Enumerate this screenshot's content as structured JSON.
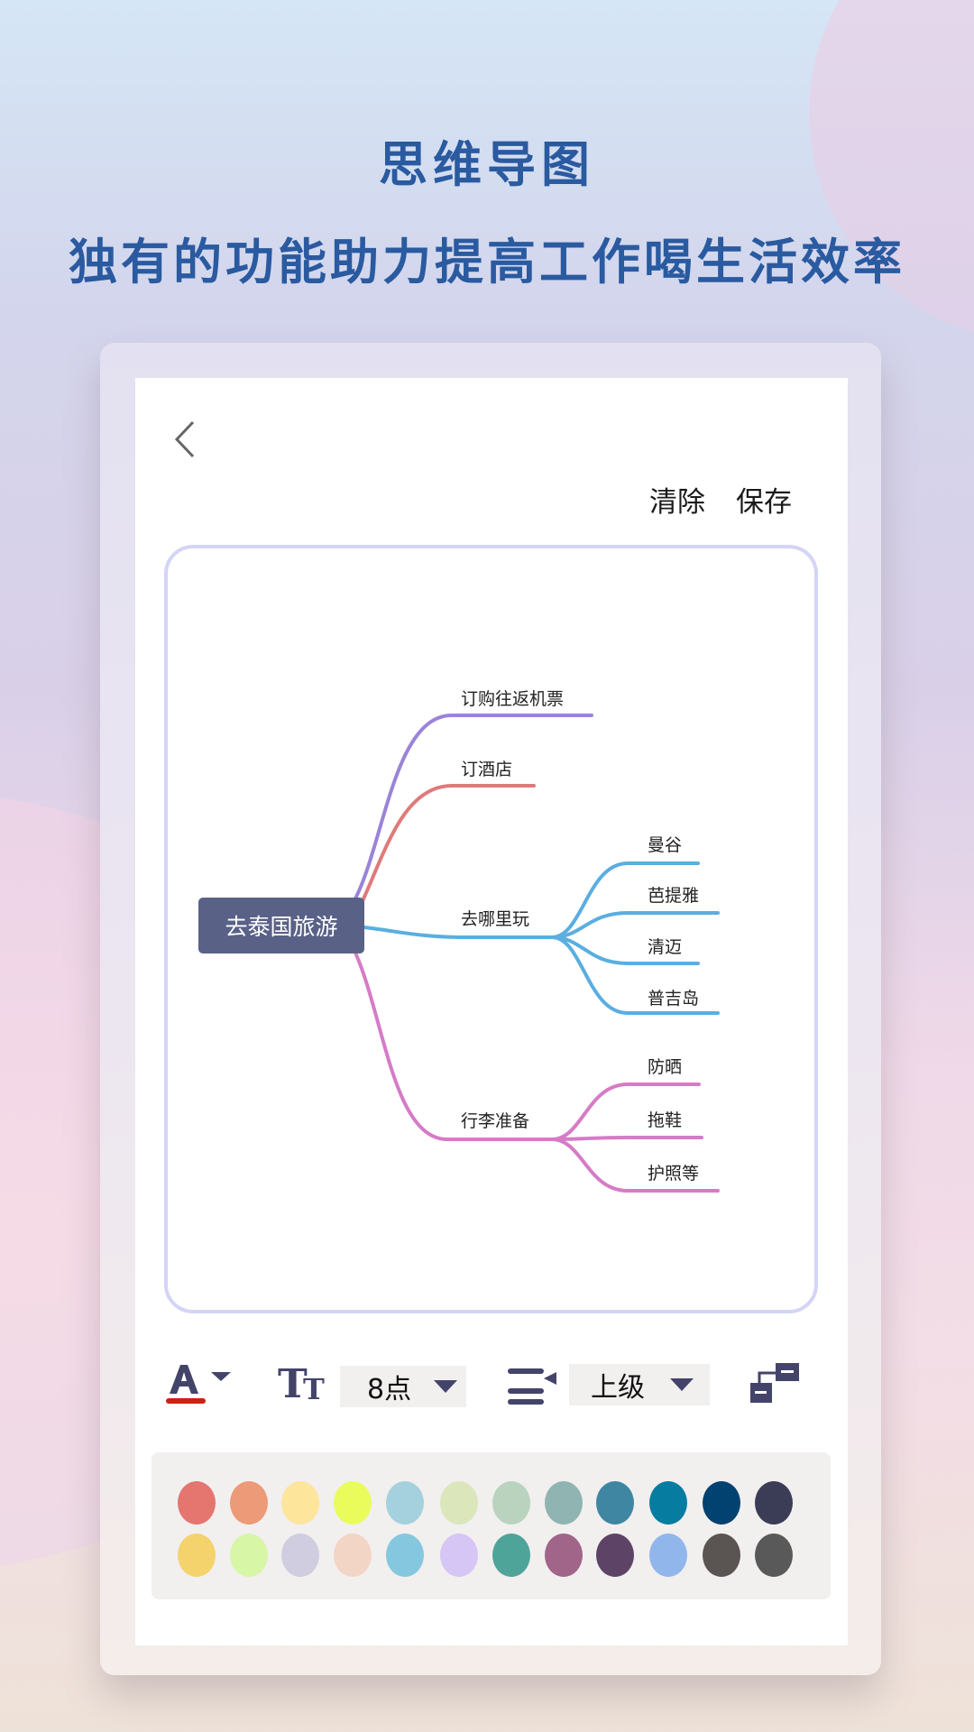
{
  "headline": {
    "title": "思维导图",
    "subtitle": "独有的功能助力提高工作喝生活效率"
  },
  "header": {
    "back_icon": "chevron-left-icon",
    "clear_label": "清除",
    "save_label": "保存"
  },
  "mindmap": {
    "root": "去泰国旅游",
    "branches": [
      {
        "label": "订购往返机票",
        "color": "#9b83d8",
        "children": []
      },
      {
        "label": "订酒店",
        "color": "#e07a7a",
        "children": []
      },
      {
        "label": "去哪里玩",
        "color": "#5aaee0",
        "children": [
          "曼谷",
          "芭提雅",
          "清迈",
          "普吉岛"
        ]
      },
      {
        "label": "行李准备",
        "color": "#d67bc6",
        "children": [
          "防晒",
          "拖鞋",
          "护照等"
        ]
      }
    ]
  },
  "toolbar": {
    "font_color_icon": "font-color-icon",
    "font_color_underline": "#cc2211",
    "font_size_icon": "text-size-icon",
    "font_size_value": "8点",
    "level_icon": "indent-level-icon",
    "level_value": "上级",
    "layout_icon": "node-structure-icon",
    "icon_color": "#44446a"
  },
  "palette": {
    "row1": [
      "#e5756f",
      "#ec9a78",
      "#fde59c",
      "#eafc5c",
      "#a5d0de",
      "#dbe6bb",
      "#b9d3bf",
      "#8fb4b1",
      "#3f86a3",
      "#077ca1",
      "#024271",
      "#3b3c56"
    ],
    "row2": [
      "#f4d36c",
      "#d7f6a6",
      "#cfcddf",
      "#f3d5c6",
      "#85c7de",
      "#d6c6f5",
      "#4fa49a",
      "#a06589",
      "#5d4467",
      "#91b6ec",
      "#5a5553",
      "#5a5959"
    ]
  }
}
